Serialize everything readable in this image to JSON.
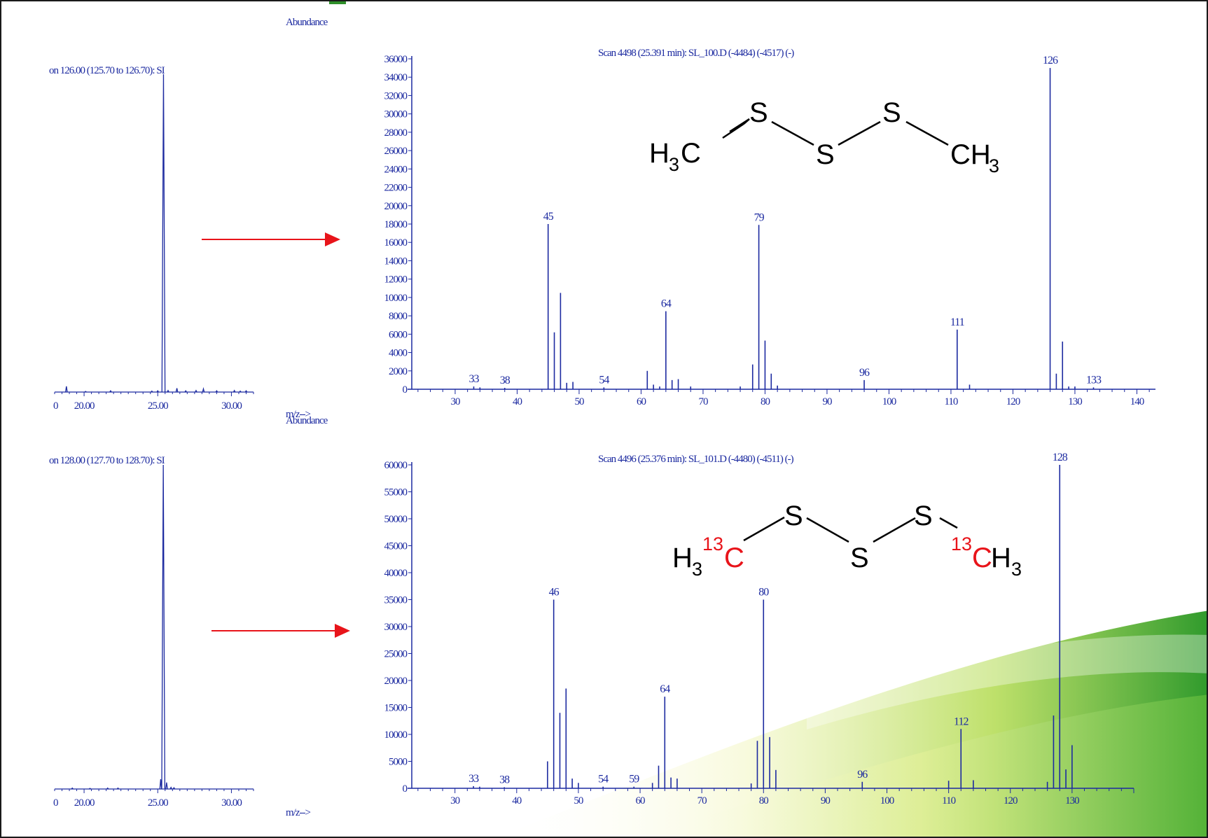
{
  "labels": {
    "abundance": "Abundance",
    "mz": "m/z-->",
    "top_chrom_header": "on 126.00 (125.70 to 126.70): SI",
    "bottom_chrom_header": "on 128.00 (127.70 to 128.70): SI",
    "top_spectrum_title": "Scan 4498 (25.391 min): SL_100.D (-4484) (-4517) (-)",
    "bottom_spectrum_title": "Scan 4496 (25.376 min): SL_101.D (-4480) (-4511) (-)"
  },
  "molecules": {
    "top": {
      "left_group": "H",
      "left_sub": "3",
      "left_c": "C",
      "s1": "S",
      "s2": "S",
      "s3": "S",
      "right_c": "CH",
      "right_sub": "3"
    },
    "bottom": {
      "left_group": "H",
      "left_sub": "3",
      "iso_left": "13",
      "left_c": "C",
      "s1": "S",
      "s2": "S",
      "s3": "S",
      "iso_right": "13",
      "right_c": "C",
      "right_h": "H",
      "right_sub": "3"
    }
  },
  "colors": {
    "trace": "#1c2aa0",
    "arrow": "#e8141a",
    "isotope": "#e8141a"
  },
  "chart_data": [
    {
      "type": "line",
      "chart": "top_chromatogram",
      "xlim": [
        18,
        31.5
      ],
      "xticks": [
        20.0,
        25.0,
        30.0
      ],
      "xticklabels": [
        "0",
        "20.00",
        "25.00",
        "30.00"
      ],
      "peaks": [
        [
          18.8,
          0.018
        ],
        [
          20.1,
          0.002
        ],
        [
          21.8,
          0.004
        ],
        [
          24.6,
          0.003
        ],
        [
          25.0,
          0.004
        ],
        [
          25.39,
          1.0
        ],
        [
          25.7,
          0.005
        ],
        [
          26.3,
          0.012
        ],
        [
          26.9,
          0.004
        ],
        [
          27.6,
          0.005
        ],
        [
          28.1,
          0.01
        ],
        [
          29.0,
          0.004
        ],
        [
          30.2,
          0.005
        ],
        [
          30.6,
          0.003
        ],
        [
          31.0,
          0.004
        ]
      ]
    },
    {
      "type": "line",
      "chart": "bottom_chromatogram",
      "xlim": [
        18,
        31.5
      ],
      "xticks": [
        20.0,
        25.0,
        30.0
      ],
      "xticklabels": [
        "0",
        "20.00",
        "25.00",
        "30.00"
      ],
      "peaks": [
        [
          19.2,
          0.003
        ],
        [
          20.4,
          0.002
        ],
        [
          21.6,
          0.003
        ],
        [
          22.3,
          0.003
        ],
        [
          25.2,
          0.03
        ],
        [
          25.376,
          1.0
        ],
        [
          25.6,
          0.02
        ],
        [
          25.9,
          0.005
        ],
        [
          26.1,
          0.004
        ]
      ]
    },
    {
      "type": "bar",
      "chart": "top_mass_spectrum",
      "xlim": [
        23,
        143
      ],
      "ylim": [
        0,
        36000
      ],
      "xticks": [
        30,
        40,
        50,
        60,
        70,
        80,
        90,
        100,
        110,
        120,
        130,
        140
      ],
      "yticks": [
        0,
        2000,
        4000,
        6000,
        8000,
        10000,
        12000,
        14000,
        16000,
        18000,
        20000,
        22000,
        24000,
        26000,
        28000,
        30000,
        32000,
        34000,
        36000
      ],
      "x": [
        33,
        34,
        38,
        45,
        46,
        47,
        48,
        49,
        54,
        61,
        62,
        63,
        64,
        65,
        66,
        68,
        76,
        78,
        79,
        80,
        81,
        82,
        96,
        111,
        113,
        126,
        127,
        128,
        129,
        130,
        133
      ],
      "y": [
        300,
        200,
        150,
        18000,
        6200,
        10500,
        700,
        800,
        200,
        2000,
        500,
        300,
        8500,
        1000,
        1100,
        300,
        300,
        2700,
        17900,
        5300,
        1700,
        400,
        1000,
        6500,
        500,
        35000,
        1700,
        5200,
        300,
        300,
        200
      ],
      "data_labels": [
        [
          33,
          "33"
        ],
        [
          38,
          "38"
        ],
        [
          45,
          "45"
        ],
        [
          54,
          "54"
        ],
        [
          64,
          "64"
        ],
        [
          79,
          "79"
        ],
        [
          96,
          "96"
        ],
        [
          111,
          "111"
        ],
        [
          126,
          "126"
        ],
        [
          133,
          "133"
        ]
      ]
    },
    {
      "type": "bar",
      "chart": "bottom_mass_spectrum",
      "xlim": [
        23,
        140
      ],
      "ylim": [
        0,
        60000
      ],
      "xticks": [
        30,
        40,
        50,
        60,
        70,
        80,
        90,
        100,
        110,
        120,
        130
      ],
      "yticks": [
        0,
        5000,
        10000,
        15000,
        20000,
        25000,
        30000,
        35000,
        40000,
        45000,
        50000,
        55000,
        60000
      ],
      "x": [
        33,
        34,
        38,
        45,
        46,
        47,
        48,
        49,
        50,
        54,
        59,
        62,
        63,
        64,
        65,
        66,
        78,
        79,
        80,
        81,
        82,
        96,
        110,
        112,
        114,
        126,
        127,
        128,
        129,
        130
      ],
      "y": [
        400,
        300,
        200,
        5000,
        35000,
        14000,
        18500,
        1800,
        1000,
        300,
        300,
        1000,
        4200,
        17000,
        2000,
        1800,
        900,
        8800,
        35000,
        9500,
        3400,
        1200,
        1400,
        11000,
        1500,
        1200,
        13500,
        60000,
        3500,
        8000
      ],
      "data_labels": [
        [
          33,
          "33"
        ],
        [
          38,
          "38"
        ],
        [
          46,
          "46"
        ],
        [
          54,
          "54"
        ],
        [
          59,
          "59"
        ],
        [
          64,
          "64"
        ],
        [
          80,
          "80"
        ],
        [
          96,
          "96"
        ],
        [
          112,
          "112"
        ],
        [
          128,
          "128"
        ]
      ]
    }
  ]
}
